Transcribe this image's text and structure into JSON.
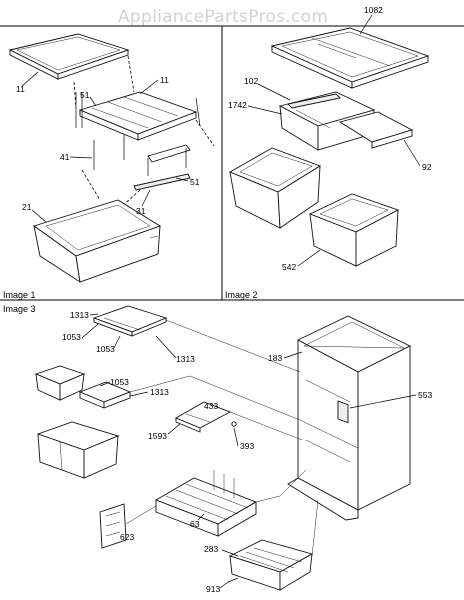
{
  "watermark": "AppliancePartsPros.com",
  "panels": {
    "image1": {
      "caption": "Image 1"
    },
    "image2": {
      "caption": "Image 2"
    },
    "image3": {
      "caption": "Image 3"
    }
  },
  "callouts": {
    "p1_11a": "11",
    "p1_11b": "11",
    "p1_51a": "51",
    "p1_41": "41",
    "p1_51b": "51",
    "p1_31": "31",
    "p1_21": "21",
    "p2_1082": "1082",
    "p2_102": "102",
    "p2_1742": "1742",
    "p2_92": "92",
    "p2_542": "542",
    "p3_1313a": "1313",
    "p3_1053a": "1053",
    "p3_1053b": "1053",
    "p3_1313b": "1313",
    "p3_1053c": "1053",
    "p3_1313c": "1313",
    "p3_183": "183",
    "p3_553": "553",
    "p3_433": "433",
    "p3_393": "393",
    "p3_1593": "1593",
    "p3_63": "63",
    "p3_623": "623",
    "p3_283": "283",
    "p3_913": "913"
  }
}
